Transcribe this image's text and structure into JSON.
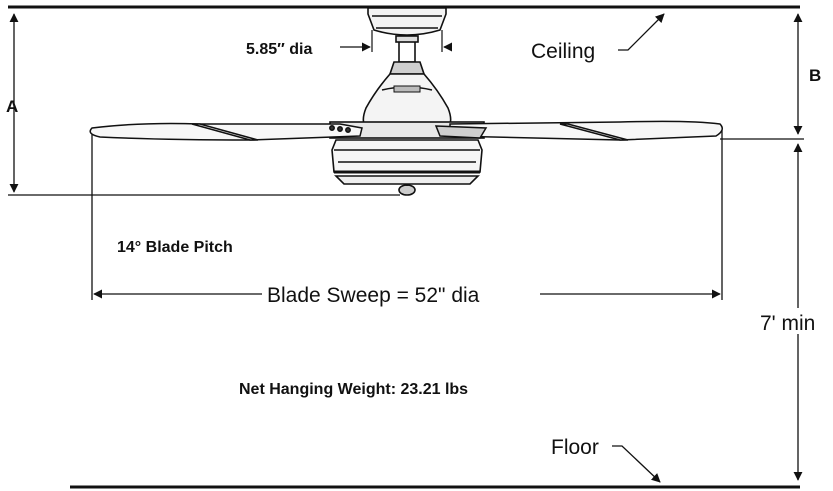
{
  "labels": {
    "diameter": "5.85″ dia",
    "ceiling": "Ceiling",
    "a": "A",
    "b": "B",
    "blade_pitch": "14° Blade Pitch",
    "blade_sweep": "Blade Sweep = 52\" dia",
    "min_height": "7' min",
    "weight": "Net Hanging Weight: 23.21 lbs",
    "floor": "Floor"
  },
  "colors": {
    "line": "#111111",
    "fill_light": "#f2f2f2",
    "fill_mid": "#d6d6d6",
    "fill_dark": "#333333"
  }
}
